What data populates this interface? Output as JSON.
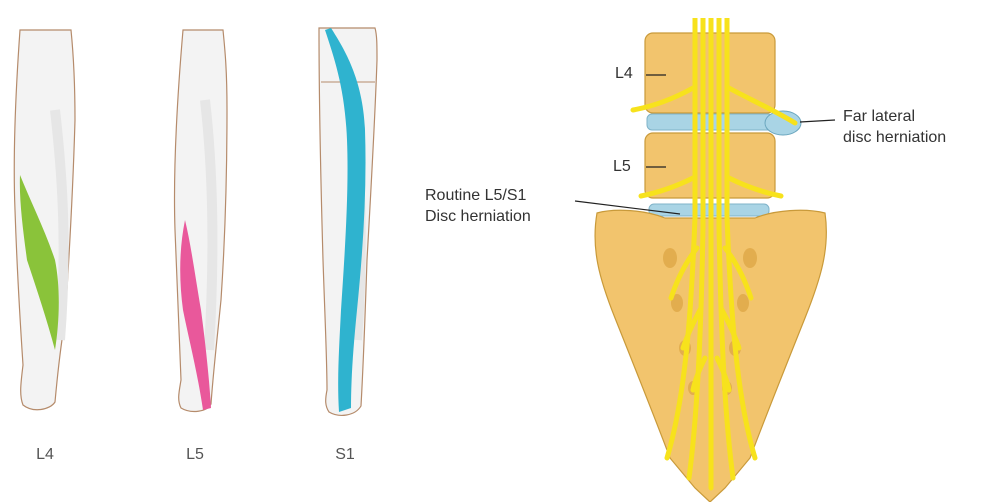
{
  "legs": [
    {
      "label": "L4",
      "color": "#8ac33a"
    },
    {
      "label": "L5",
      "color": "#e9589b"
    },
    {
      "label": "S1",
      "color": "#2fb3cf"
    }
  ],
  "spine": {
    "level_L4": "L4",
    "level_L5": "L5",
    "routine_line1": "Routine L5/S1",
    "routine_line2": "Disc herniation",
    "far_line1": "Far lateral",
    "far_line2": "disc herniation",
    "bone_color": "#f2c46d",
    "nerve_color": "#f7e21c",
    "disc_color": "#a9d4e5"
  }
}
